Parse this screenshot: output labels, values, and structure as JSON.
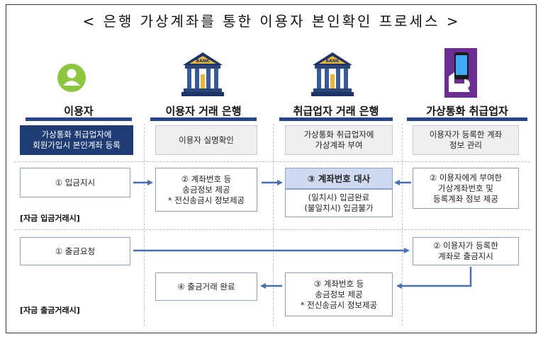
{
  "title": "< 은행 가상계좌를 통한 이용자 본인확인 프로세스 >",
  "columns": {
    "user": "이용자",
    "user_bank": "이용자 거래 은행",
    "handler_bank": "취급업자 거래 은행",
    "handler": "가상통화 취급업자"
  },
  "icons": {
    "user": "person-icon",
    "user_bank": "bank-building-icon",
    "handler_bank": "bank-building-icon",
    "handler": "smartphone-hand-icon",
    "bank_sign": "BANK"
  },
  "top_row": {
    "user_line1": "가상통화 취급업자에",
    "user_line2": "회원가입시 본인계좌 등록",
    "user_bank": "이용자 실명확인",
    "handler_bank_line1": "가상통화 취급업자에",
    "handler_bank_line2": "가상계좌 부여",
    "handler_line1": "이용자가 등록한 계좌",
    "handler_line2": "정보 관리"
  },
  "deposit": {
    "section_label": "[자금 입금거래시]",
    "user": "① 입금지시",
    "user_bank_line1": "② 계좌번호 등",
    "user_bank_line2": "송금정보 제공",
    "user_bank_line3": "* 전신송금시 정보제공",
    "match_title": "③ 계좌번호 대사",
    "match_line1": "(일치시) 입금완료",
    "match_line2": "(불일치시) 입금불가",
    "handler_line1": "② 이용자에게 부여한",
    "handler_line2": "가상계좌번호 및",
    "handler_line3": "등록계좌 정보 제공"
  },
  "withdraw": {
    "section_label": "[자금 출금거래시]",
    "user": "① 출금요청",
    "handler_line1": "② 이용자가 등록한",
    "handler_line2": "계좌로 출금지시",
    "handler_bank_line1": "③ 계좌번호 등",
    "handler_bank_line2": "송금정보 제공",
    "handler_bank_line3": "* 전신송금시 정보제공",
    "user_bank": "④ 출금거래 완료"
  },
  "colors": {
    "accent": "#25468a",
    "arrow": "#4a6fb0",
    "highlight": "#cfdaf0",
    "user_icon": "#8dc63f",
    "phone_bg": "#6a2d91"
  }
}
